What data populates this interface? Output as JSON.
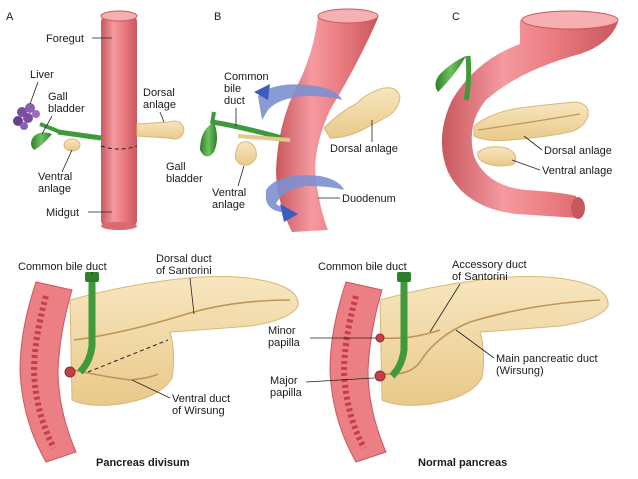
{
  "colors": {
    "gut": "#ec7f84",
    "gut_dark": "#c9575e",
    "pancreas": "#f3d9a2",
    "pancreas_edge": "#d8b878",
    "duct": "#bd9658",
    "bile": "#3f9a3b",
    "liver": "#7b4da0",
    "arrow": "#7d8fd0",
    "mucosa": "#c63e47"
  },
  "panels": {
    "a": {
      "letter": "A",
      "foregut": "Foregut",
      "liver": "Liver",
      "gall_bladder_1": "Gall",
      "gall_bladder_2": "bladder",
      "dorsal_anlage_1": "Dorsal",
      "dorsal_anlage_2": "anlage",
      "ventral_anlage_1": "Ventral",
      "ventral_anlage_2": "anlage",
      "midgut": "Midgut"
    },
    "b": {
      "letter": "B",
      "common_bile_duct_1": "Common",
      "common_bile_duct_2": "bile",
      "common_bile_duct_3": "duct",
      "dorsal_anlage": "Dorsal anlage",
      "gall_bladder_1": "Gall",
      "gall_bladder_2": "bladder",
      "ventral_anlage_1": "Ventral",
      "ventral_anlage_2": "anlage",
      "duodenum": "Duodenum"
    },
    "c": {
      "letter": "C",
      "dorsal_anlage": "Dorsal anlage",
      "ventral_anlage": "Ventral anlage"
    },
    "divisum": {
      "common_bile_duct": "Common bile duct",
      "dorsal_duct_1": "Dorsal duct",
      "dorsal_duct_2": "of Santorini",
      "ventral_duct_1": "Ventral duct",
      "ventral_duct_2": "of Wirsung",
      "caption": "Pancreas divisum"
    },
    "normal": {
      "common_bile_duct": "Common bile duct",
      "accessory_duct_1": "Accessory duct",
      "accessory_duct_2": "of Santorini",
      "minor_papilla_1": "Minor",
      "minor_papilla_2": "papilla",
      "major_papilla_1": "Major",
      "major_papilla_2": "papilla",
      "main_duct_1": "Main pancreatic duct",
      "main_duct_2": "(Wirsung)",
      "caption": "Normal pancreas"
    }
  }
}
